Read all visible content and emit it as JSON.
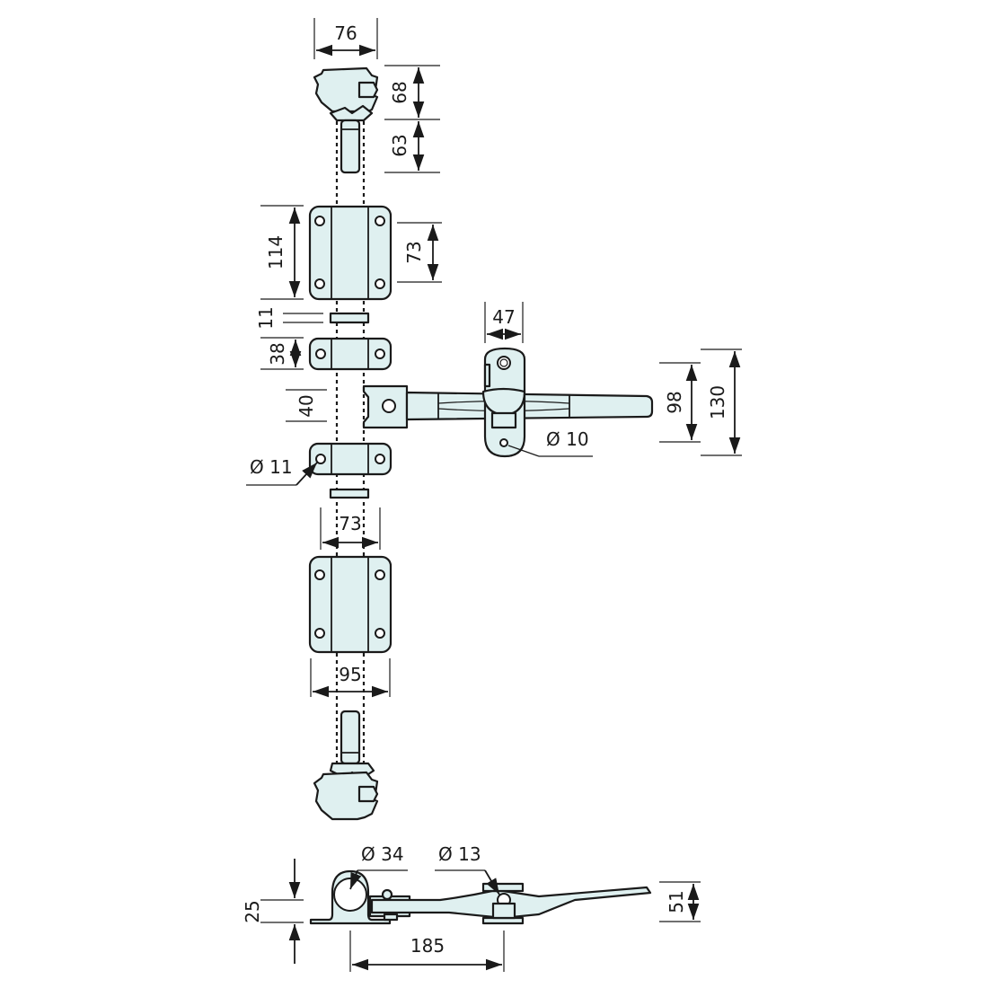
{
  "drawing": {
    "colors": {
      "fill": "#dff0f0",
      "stroke": "#1a1a1a",
      "background": "#ffffff"
    },
    "dimensions": {
      "top_latch_width": "76",
      "top_latch_height": "68",
      "top_pin_height": "63",
      "bracket_height": "114",
      "bracket_hole_spacing": "73",
      "washer_thickness": "11",
      "guide_height": "38",
      "handle_hinge_height": "40",
      "guide_hole_diameter": "Ø 11",
      "handle_hub_width": "47",
      "handle_hole_diameter": "Ø 10",
      "handle_height_inner": "98",
      "handle_height_outer": "130",
      "lower_bracket_hole_spacing": "73",
      "lower_bracket_width": "95",
      "side_pipe_diameter": "Ø 34",
      "side_pin_diameter": "Ø 13",
      "side_mount_height": "25",
      "side_length": "185",
      "side_handle_height": "51"
    }
  }
}
